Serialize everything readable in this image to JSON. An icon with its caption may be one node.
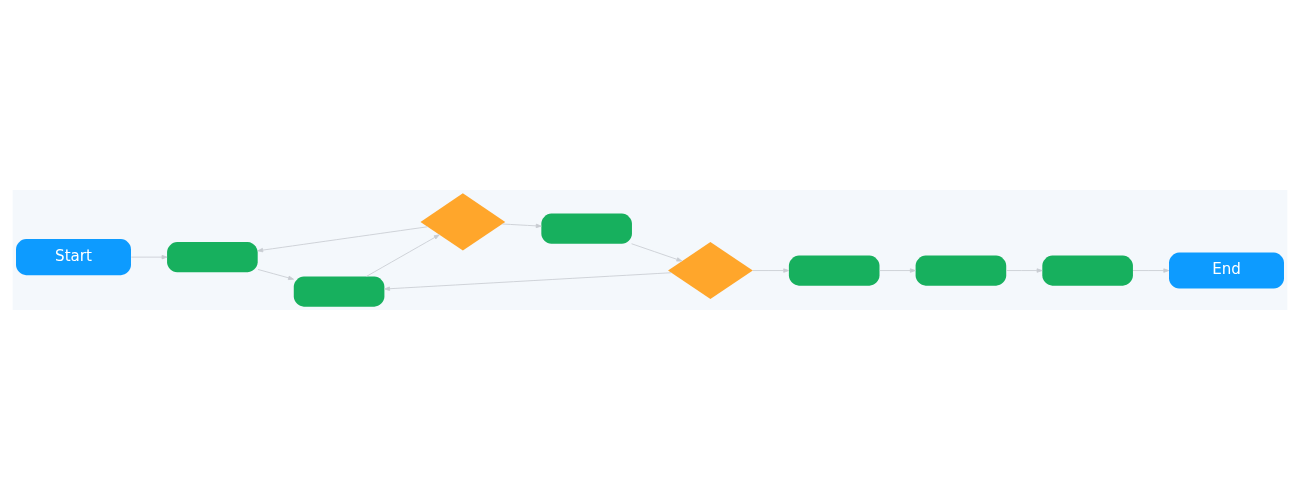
{
  "diagram": {
    "nodes": [
      {
        "text": [
          "Start"
        ]
      },
      {
        "text": [],
        "shape": "box"
      },
      {
        "text": [],
        "shape": "box"
      },
      {
        "text": [],
        "shape": "diamond"
      },
      {
        "text": [],
        "shape": "box"
      },
      {
        "text": [],
        "shape": "diamond"
      },
      {
        "text": [],
        "shape": "box"
      },
      {
        "text": [],
        "shape": "box"
      },
      {
        "text": [],
        "shape": "box"
      },
      {
        "text": [
          "End"
        ]
      }
    ],
    "edges": [
      {
        "from": 0,
        "to": 1,
        "arrow": "to"
      },
      {
        "from": 1,
        "to": 2,
        "arrow": "to"
      },
      {
        "from": 2,
        "to": 3,
        "arrow": "to"
      },
      {
        "from": 3,
        "to": 1,
        "arrow": "to"
      },
      {
        "from": 3,
        "to": 4,
        "arrow": "to"
      },
      {
        "from": 4,
        "to": 5,
        "arrow": "to"
      },
      {
        "from": 5,
        "to": 2,
        "arrow": "to"
      },
      {
        "from": 5,
        "to": 6,
        "arrow": "to"
      },
      {
        "from": 6,
        "to": 7,
        "arrow": "to"
      },
      {
        "from": 7,
        "to": 8,
        "arrow": "to"
      },
      {
        "from": 8,
        "to": 9,
        "arrow": "to"
      }
    ]
  }
}
